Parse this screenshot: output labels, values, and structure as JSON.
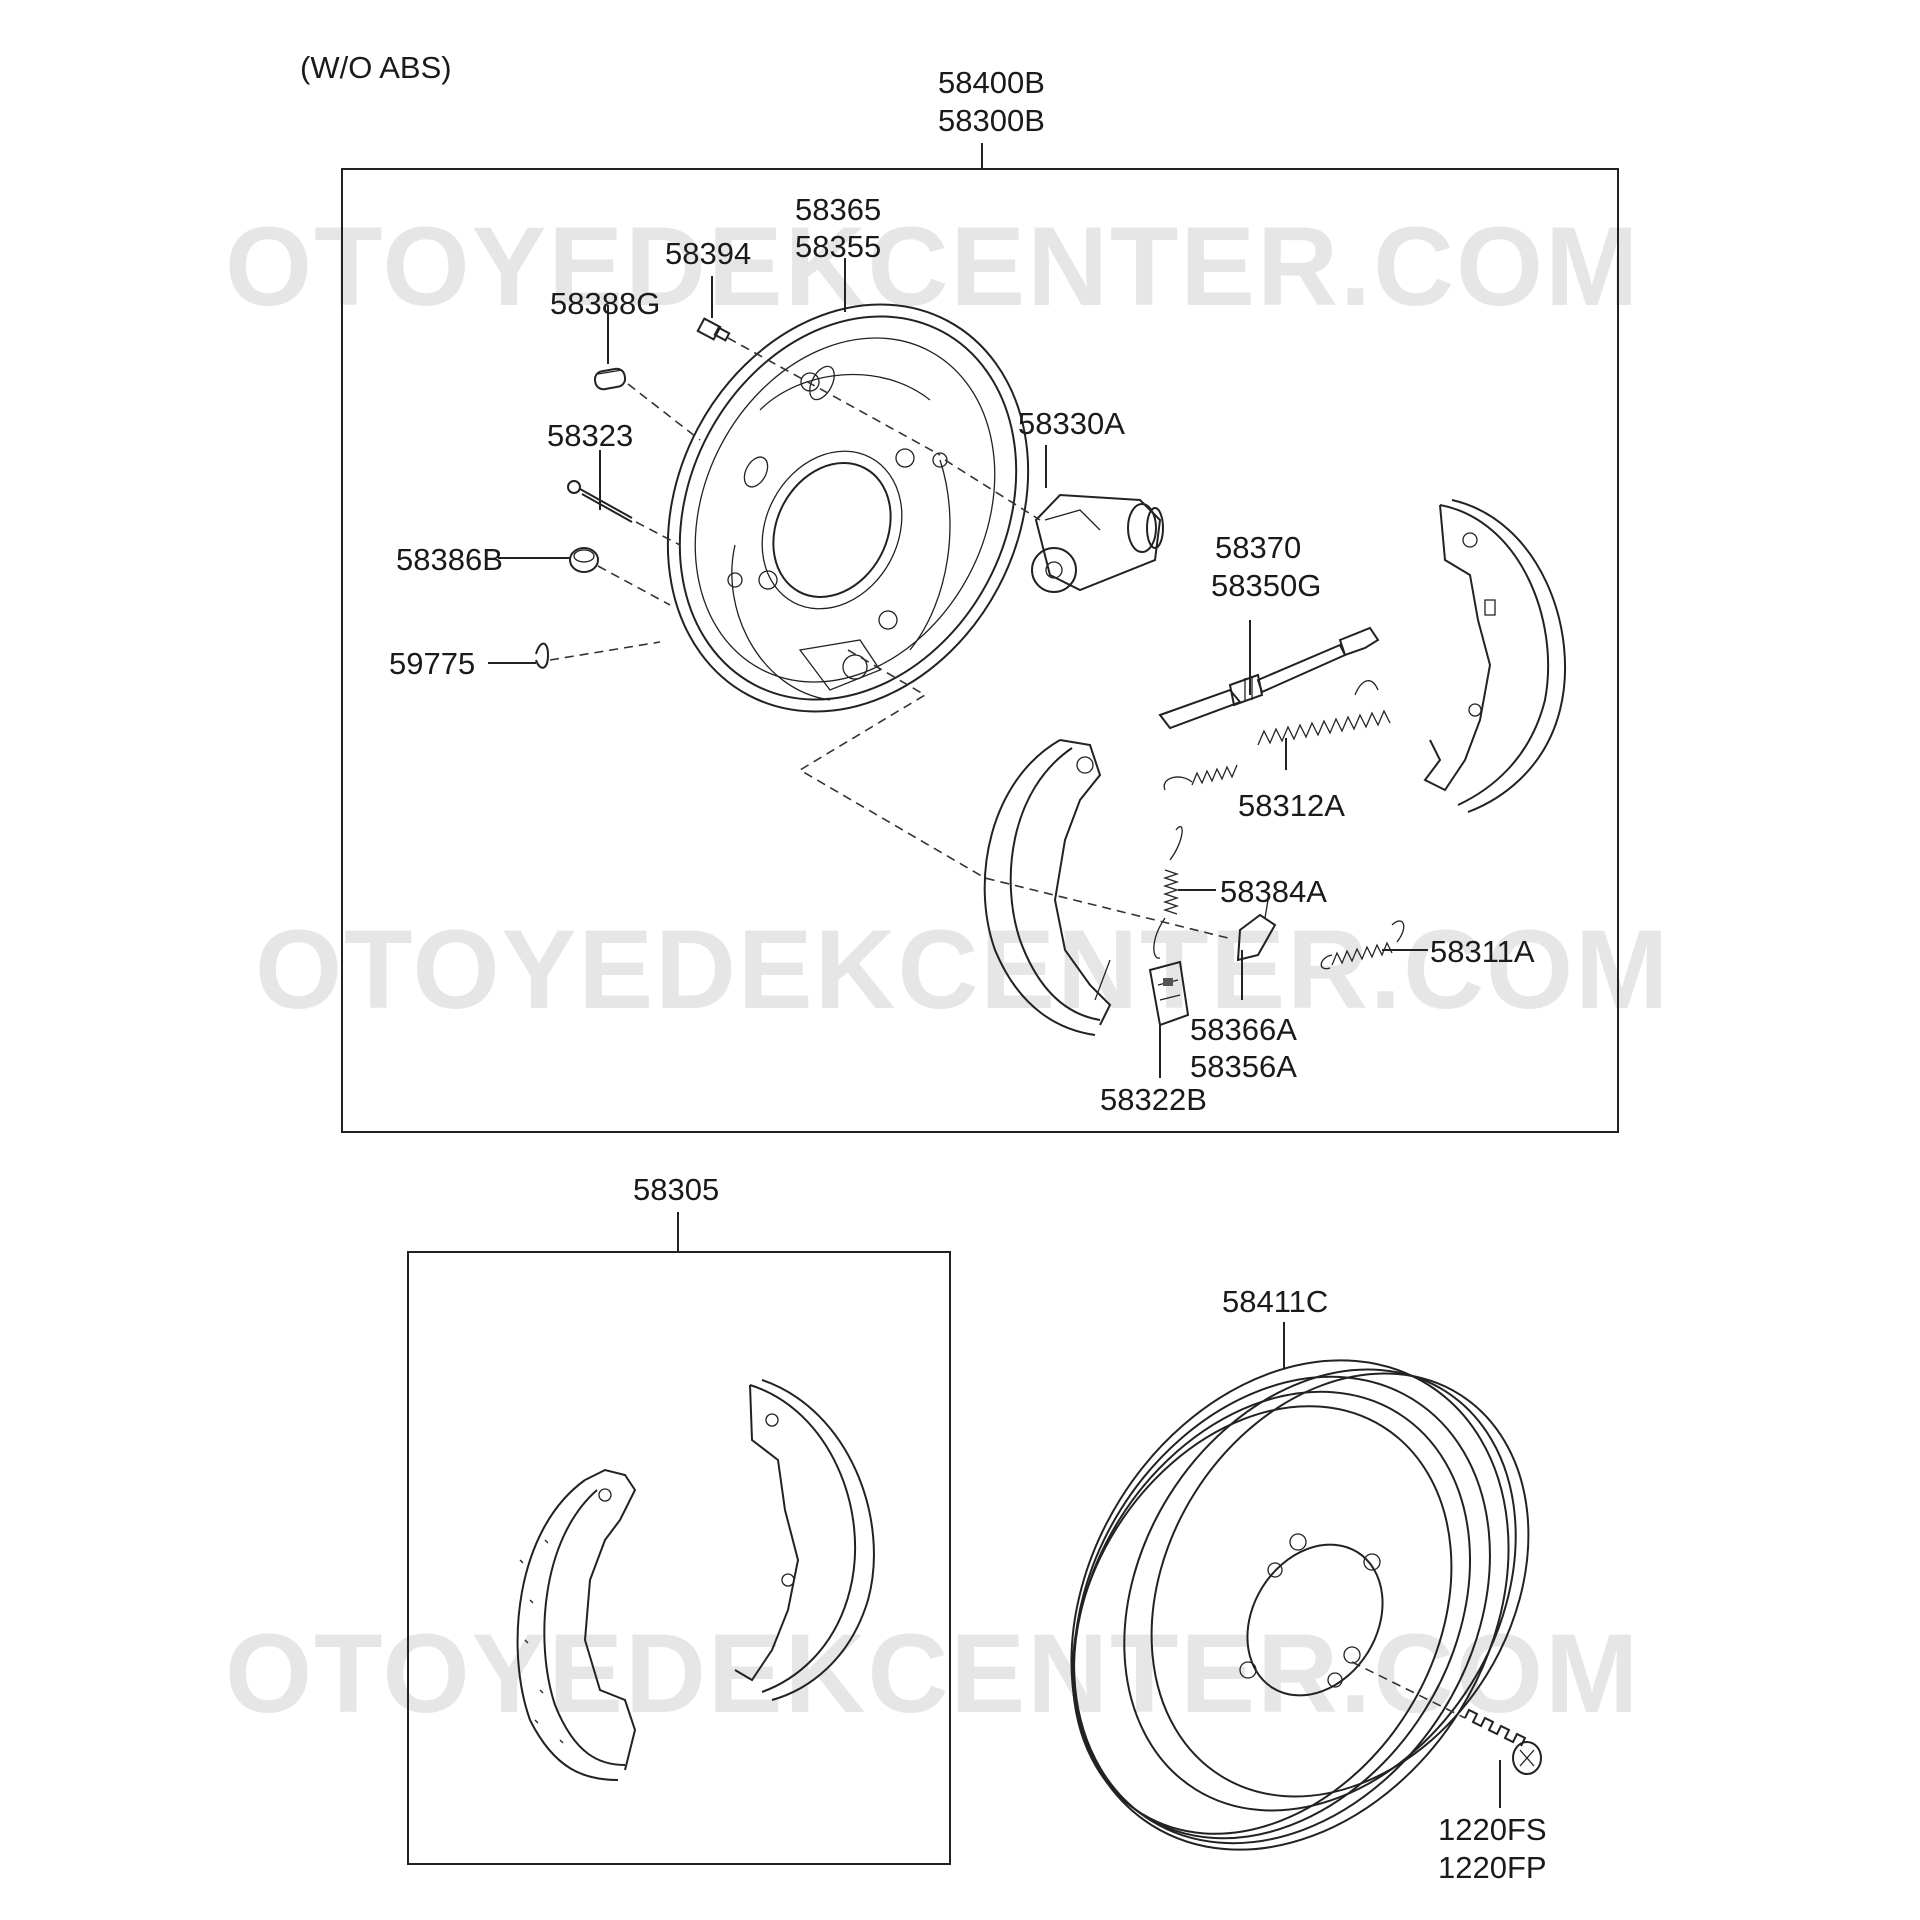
{
  "header": {
    "variant_note": "(W/O ABS)"
  },
  "watermarks": [
    "OTOYEDEKCENTER.COM",
    "OTOYEDEKCENTER.COM",
    "OTOYEDEKCENTER.COM"
  ],
  "assemblies": {
    "brake_assembly": {
      "codes": [
        "58400B",
        "58300B"
      ]
    },
    "shoe_kit": {
      "code": "58305"
    },
    "drum": {
      "code": "58411C"
    }
  },
  "callouts": {
    "backing_plate": [
      "58365",
      "58355"
    ],
    "bolt": "58394",
    "plug": "58388G",
    "pin": "58323",
    "wheel_cylinder": "58330A",
    "grommet": "58386B",
    "clip": "59775",
    "adjuster": [
      "58370",
      "58350G"
    ],
    "upper_spring": "58312A",
    "hold_spring": "58384A",
    "lower_spring": "58311A",
    "lever": [
      "58366A",
      "58356A"
    ],
    "retainer": "58322B",
    "drum_bolt": [
      "1220FS",
      "1220FP"
    ]
  }
}
